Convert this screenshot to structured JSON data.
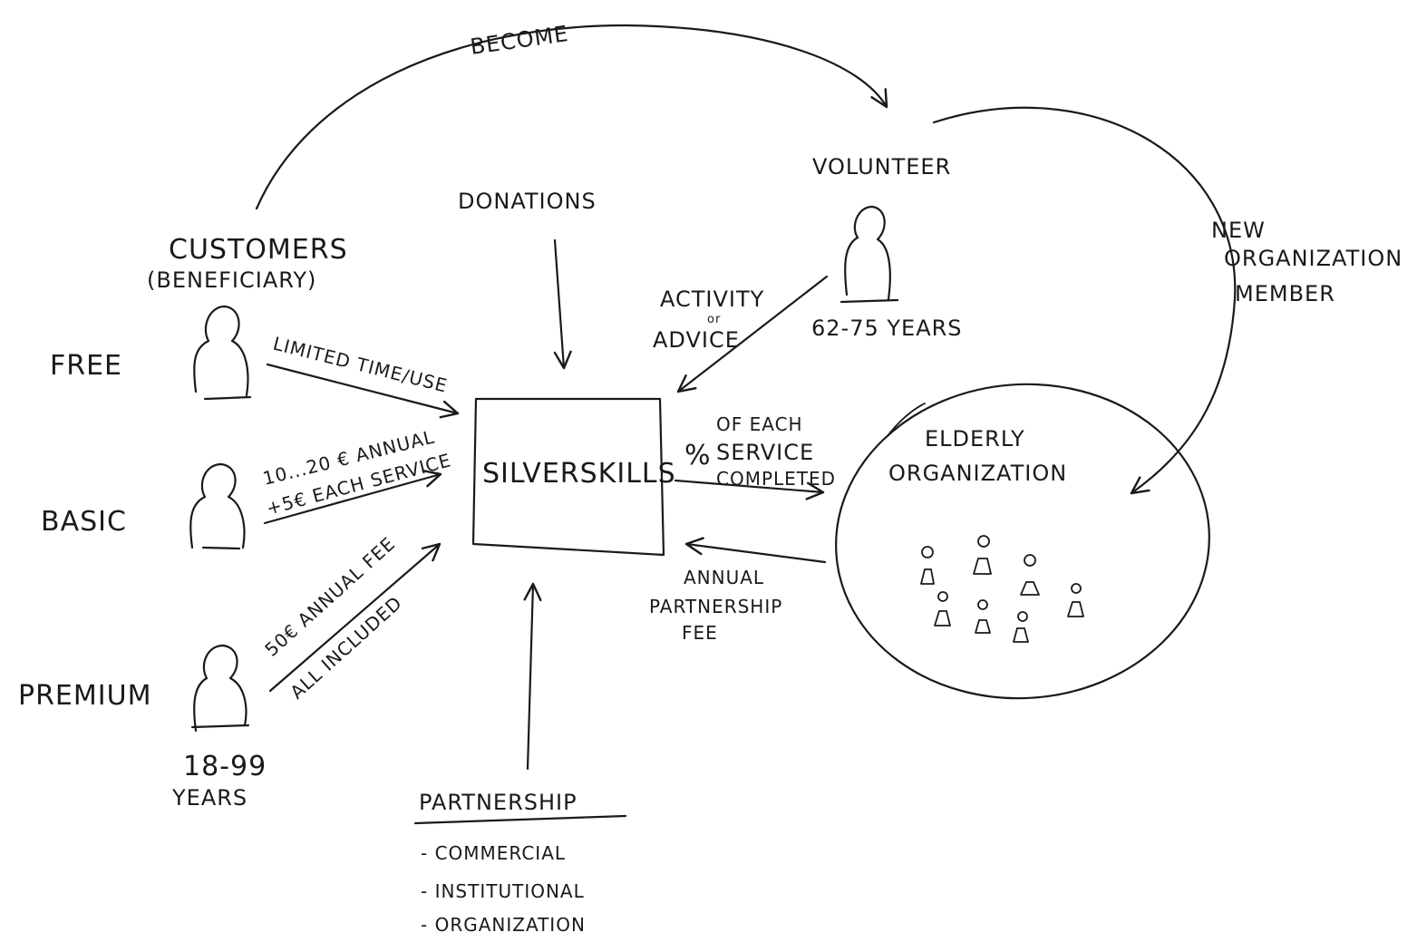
{
  "arrow_labels": {
    "become": "BECOME",
    "new_org_member": [
      "NEW",
      "ORGANIZATION",
      "MEMBER"
    ],
    "activity": "ACTIVITY",
    "or": "or",
    "advice": "ADVICE",
    "limited": "LIMITED TIME/USE",
    "basic_line1": "10...20 € ANNUAL",
    "basic_line2": "+5€ EACH SERVICE",
    "premium_line1": "50€ ANNUAL FEE",
    "premium_line2": "ALL INCLUDED",
    "percent_sign": "%",
    "percent_line1": "OF EACH",
    "percent_line2": "SERVICE",
    "percent_line3": "COMPLETED",
    "annual_fee": [
      "ANNUAL",
      "PARTNERSHIP",
      "FEE"
    ]
  },
  "nodes": {
    "donations": "DONATIONS",
    "customers": "CUSTOMERS",
    "beneficiary": "(BENEFICIARY)",
    "volunteer": "VOLUNTEER",
    "volunteer_age": "62-75 YEARS",
    "silverskills": "SILVERSKILLS",
    "elderly_line1": "ELDERLY",
    "elderly_line2": "ORGANIZATION",
    "free": "FREE",
    "basic": "BASIC",
    "premium": "PREMIUM",
    "customer_age": "18-99",
    "customer_age_unit": "YEARS"
  },
  "partnership": {
    "title": "PARTNERSHIP",
    "items": [
      "- COMMERCIAL",
      "- INSTITUTIONAL",
      "- ORGANIZATION"
    ]
  }
}
